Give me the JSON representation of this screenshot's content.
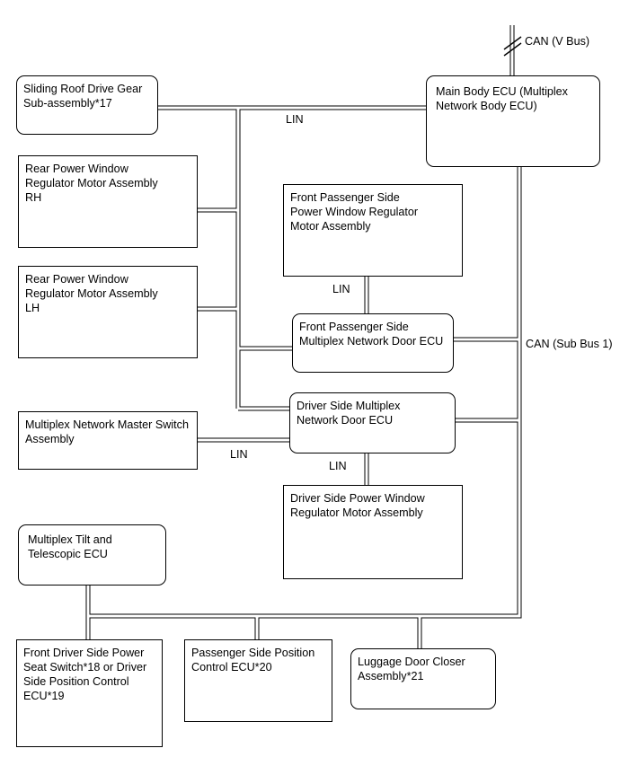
{
  "diagram": {
    "title": "Multiplex network communication system diagram",
    "colors": {
      "line": "#000000",
      "background": "#ffffff",
      "text": "#000000"
    },
    "boxes": [
      {
        "id": "sliding-roof-drive-gear",
        "label": "Sliding Roof Drive Gear\nSub-assembly*17",
        "shape": "rounded"
      },
      {
        "id": "main-body-ecu",
        "label": "Main Body ECU (Multiplex\nNetwork Body ECU)",
        "shape": "rounded"
      },
      {
        "id": "rear-power-window-rh",
        "label": "Rear Power Window\nRegulator Motor Assembly\nRH",
        "shape": "rect"
      },
      {
        "id": "front-passenger-window-motor",
        "label": "Front Passenger Side\nPower Window Regulator\nMotor Assembly",
        "shape": "rect"
      },
      {
        "id": "rear-power-window-lh",
        "label": "Rear Power Window\nRegulator Motor Assembly\nLH",
        "shape": "rect"
      },
      {
        "id": "front-passenger-door-ecu",
        "label": "Front Passenger Side\nMultiplex Network Door ECU",
        "shape": "rounded"
      },
      {
        "id": "driver-side-door-ecu",
        "label": "Driver Side Multiplex\nNetwork Door ECU",
        "shape": "rounded"
      },
      {
        "id": "master-switch-assembly",
        "label": "Multiplex Network Master Switch\nAssembly",
        "shape": "rect"
      },
      {
        "id": "driver-window-motor",
        "label": "Driver Side Power Window\nRegulator Motor Assembly",
        "shape": "rect"
      },
      {
        "id": "tilt-telescopic-ecu",
        "label": "Multiplex Tilt and\nTelescopic ECU",
        "shape": "rounded"
      },
      {
        "id": "front-driver-seat-switch",
        "label": "Front Driver Side Power\nSeat Switch*18 or Driver\nSide Position Control\nECU*19",
        "shape": "rect"
      },
      {
        "id": "passenger-position-ecu",
        "label": "Passenger Side Position\nControl ECU*20",
        "shape": "rect"
      },
      {
        "id": "luggage-door-closer",
        "label": "Luggage Door Closer\nAssembly*21",
        "shape": "rounded"
      }
    ],
    "wire_labels": [
      {
        "id": "can-v-bus",
        "text": "CAN (V Bus)"
      },
      {
        "id": "lin-main",
        "text": "LIN"
      },
      {
        "id": "lin-front-passenger",
        "text": "LIN"
      },
      {
        "id": "can-sub-bus-1",
        "text": "CAN (Sub Bus 1)"
      },
      {
        "id": "lin-master-switch",
        "text": "LIN"
      },
      {
        "id": "lin-driver",
        "text": "LIN"
      }
    ]
  }
}
